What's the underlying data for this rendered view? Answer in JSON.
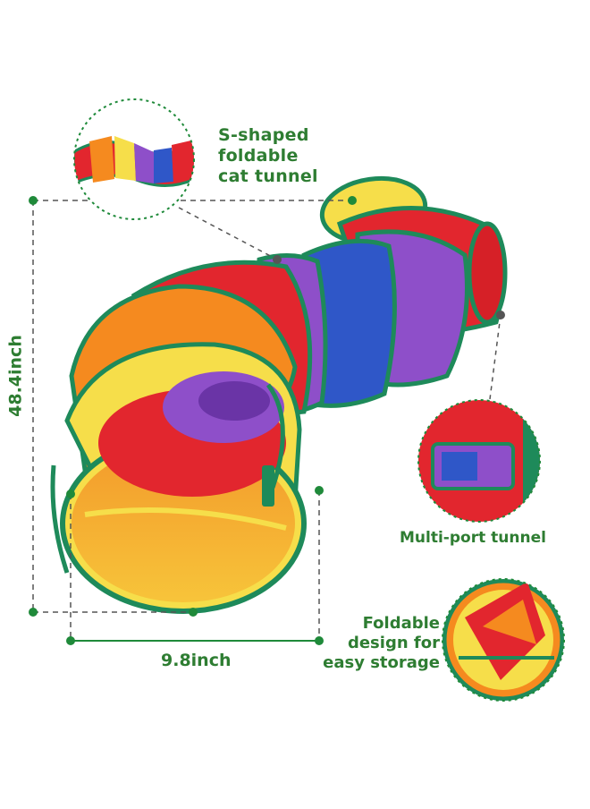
{
  "labels": {
    "s_shaped": [
      "S-shaped",
      "foldable",
      "cat tunnel"
    ],
    "multi_port": "Multi-port tunnel",
    "foldable": [
      "Foldable",
      "design for",
      "easy storage"
    ],
    "width": "9.8inch",
    "height": "48.4inch"
  },
  "colors": {
    "label_green": "#2e7d32",
    "dot_green": "#1f8a3a",
    "dashed_grey": "#555555",
    "trim_green": "#1e8a5a",
    "red": "#e2262e",
    "orange": "#f58a1f",
    "yellow": "#f6de4a",
    "purple": "#8e4fc9",
    "blue": "#2f57c8"
  }
}
